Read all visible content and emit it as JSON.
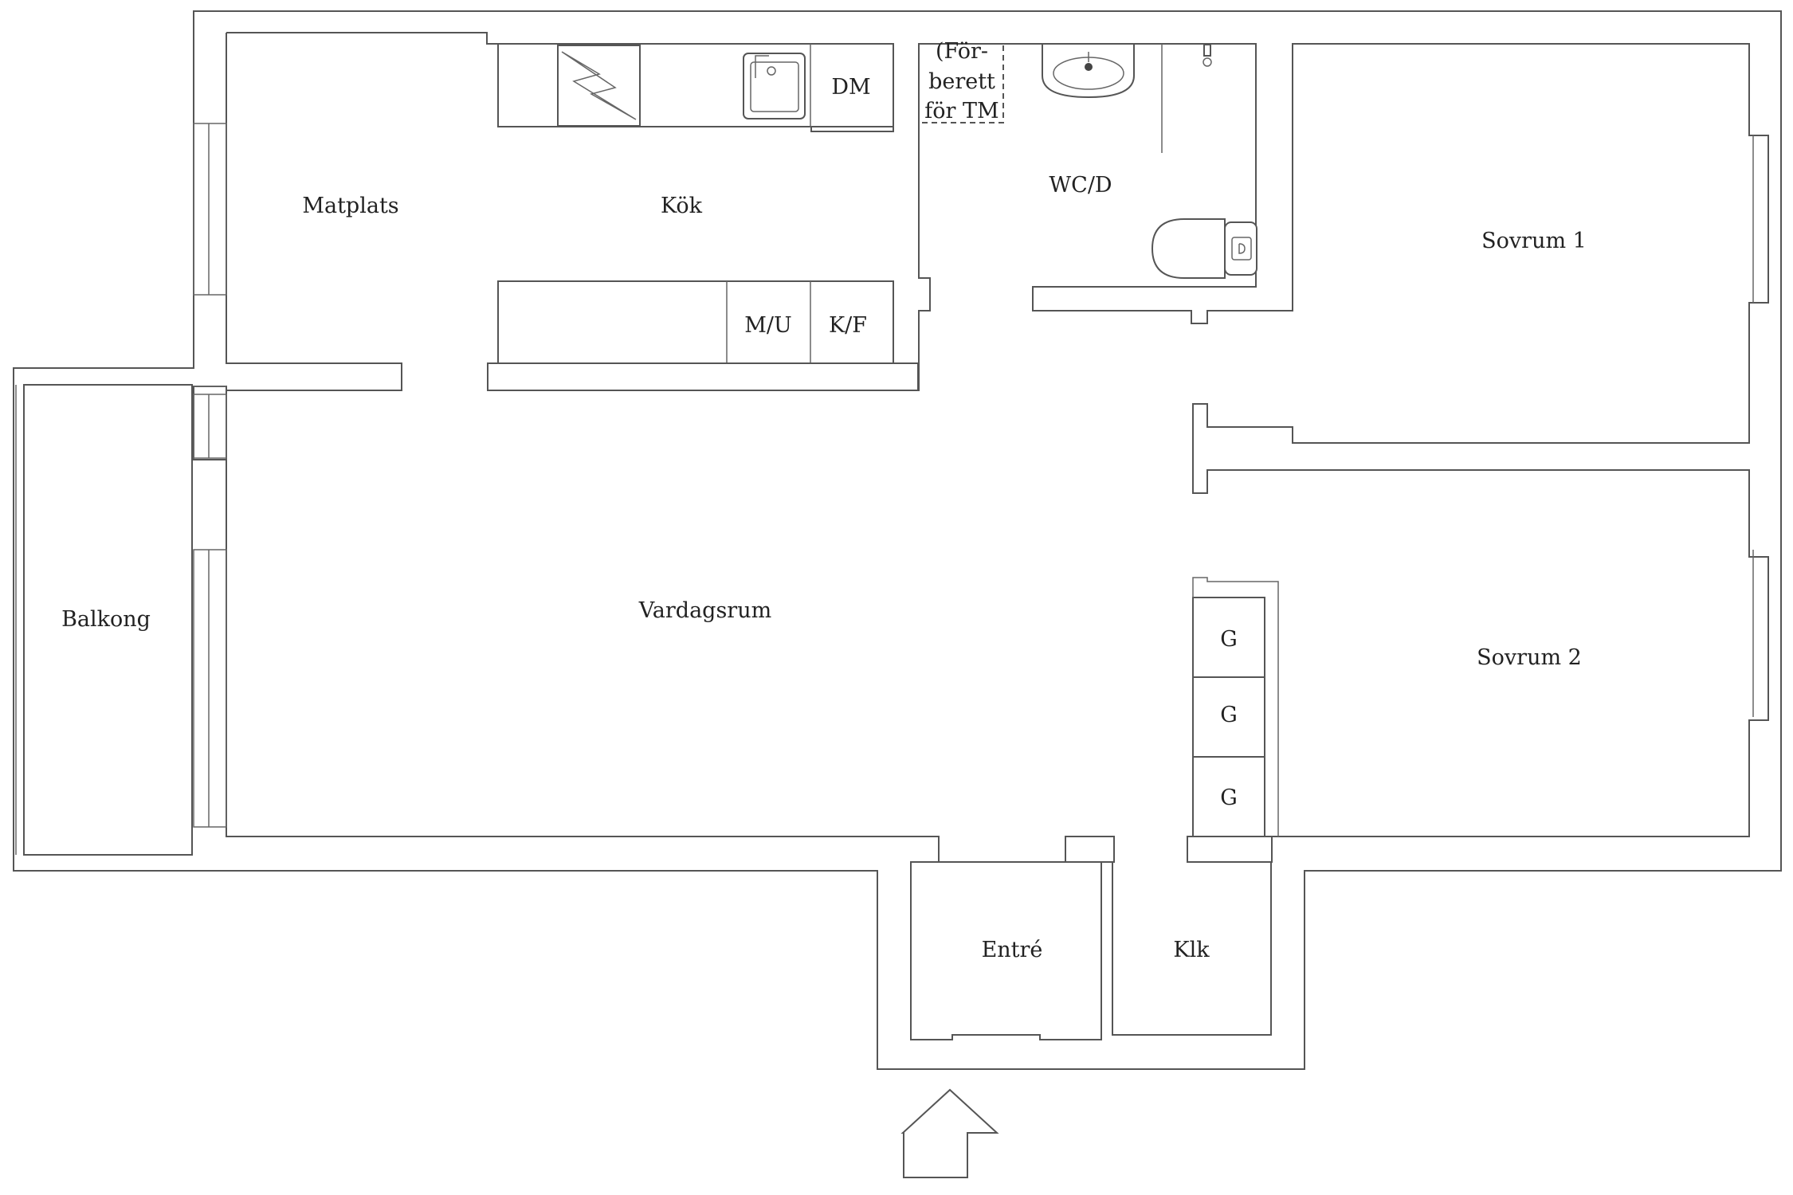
{
  "rooms": {
    "matplats": "Matplats",
    "kok": "Kök",
    "dm": "DM",
    "tm_line1": "(För-",
    "tm_line2": "berett",
    "tm_line3": "för TM",
    "wcd": "WC/D",
    "sovrum1": "Sovrum 1",
    "mu": "M/U",
    "kf": "K/F",
    "balkong": "Balkong",
    "vardagsrum": "Vardagsrum",
    "g1": "G",
    "g2": "G",
    "g3": "G",
    "sovrum2": "Sovrum 2",
    "entre": "Entré",
    "klk": "Klk"
  },
  "icons": {
    "stove": "stove-icon",
    "sink": "kitchen-sink-icon",
    "basin": "wash-basin-icon",
    "toilet": "toilet-icon",
    "entrance": "entrance-arrow-icon"
  }
}
